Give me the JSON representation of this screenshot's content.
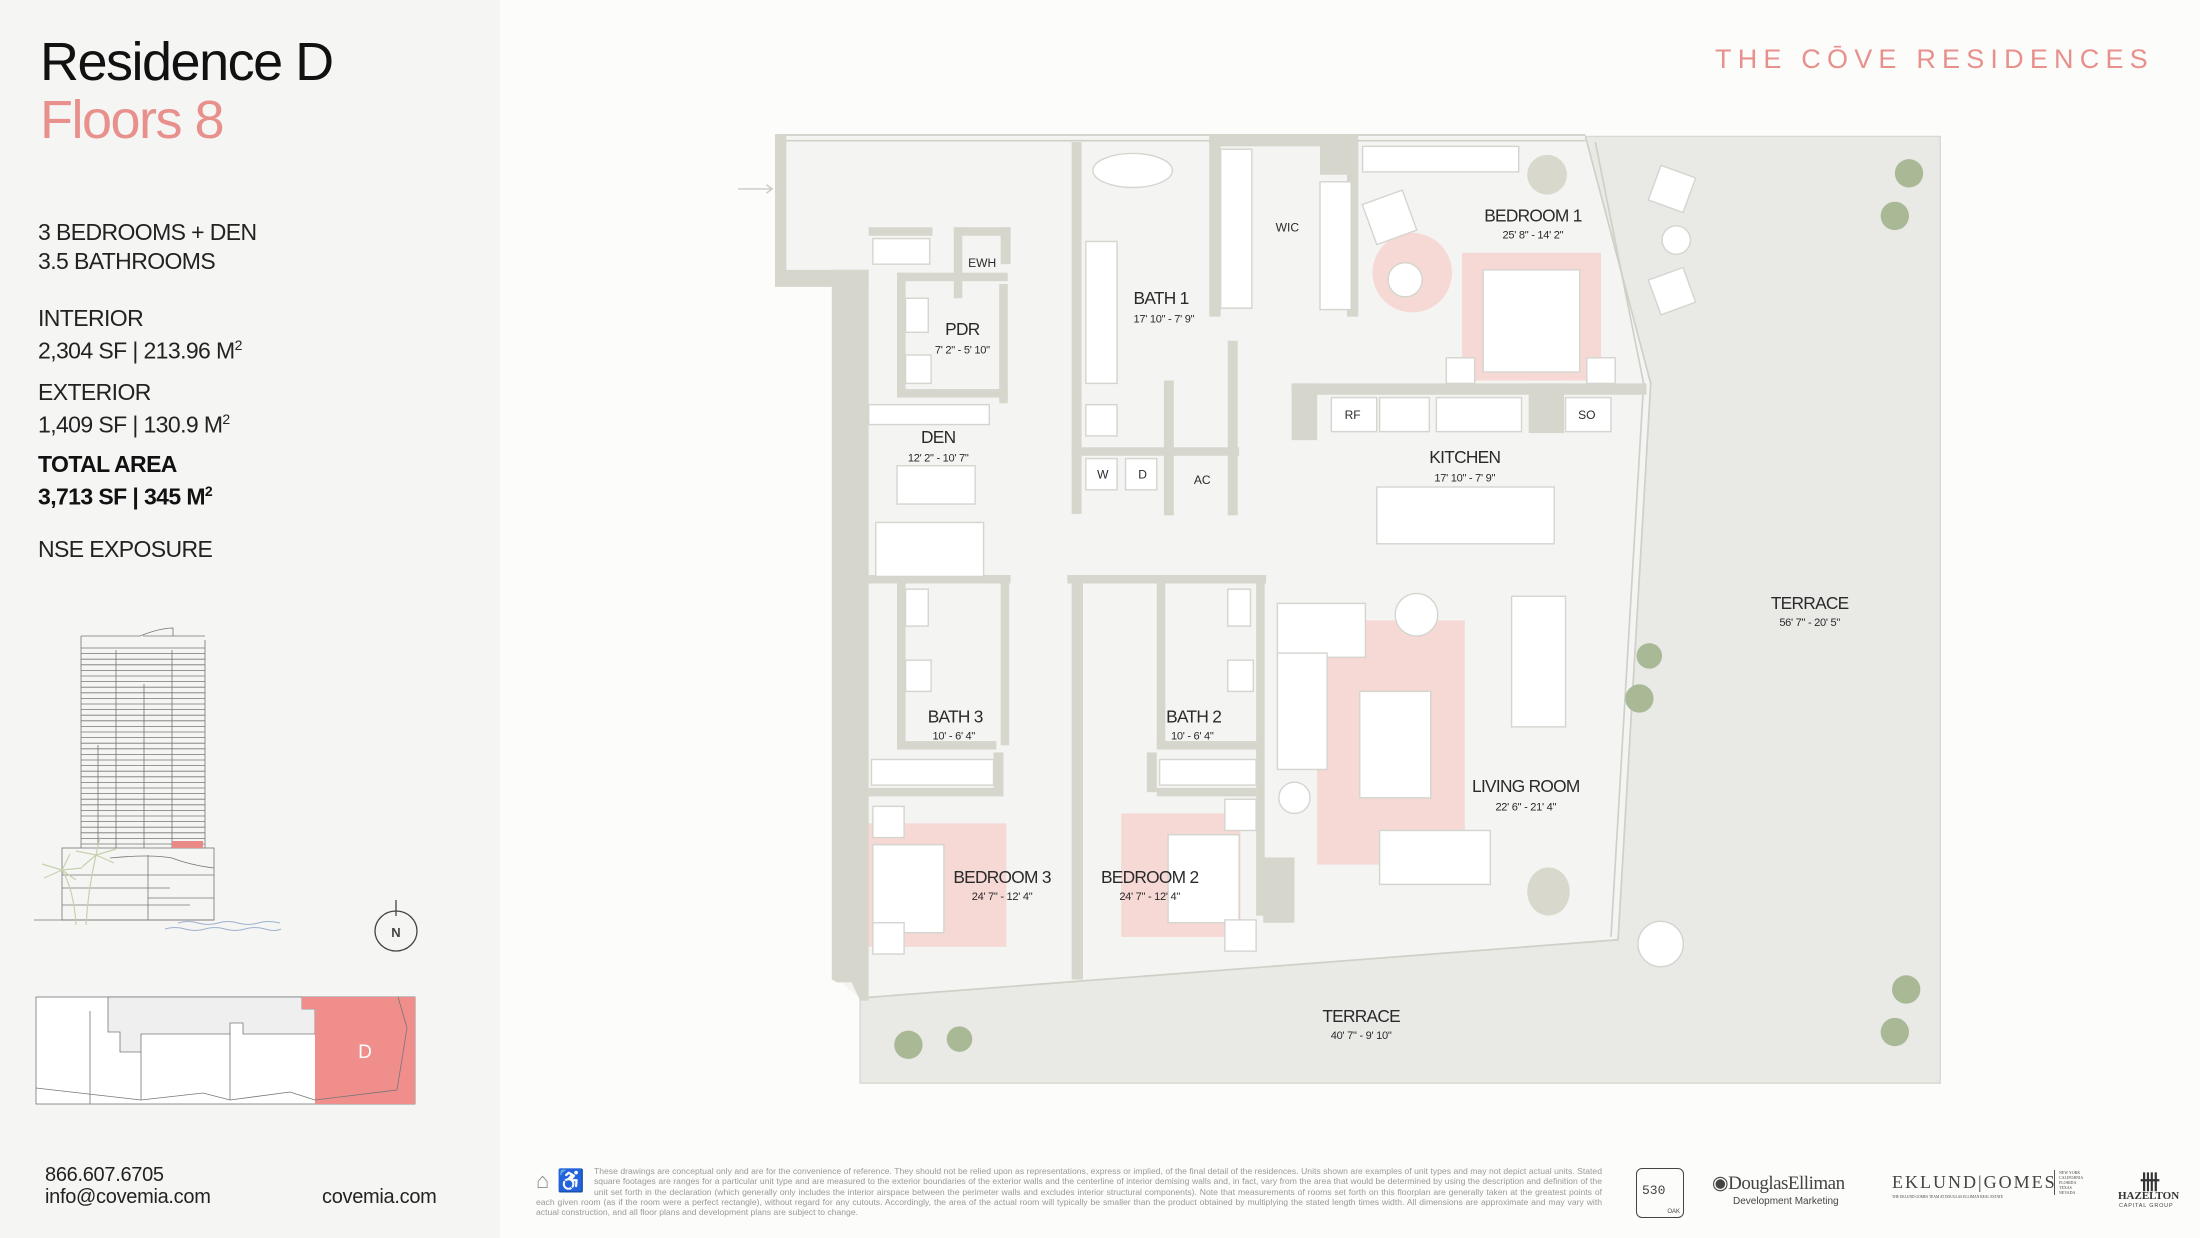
{
  "header": {
    "residence": "Residence D",
    "floors": "Floors 8",
    "brand": "THE CŌVE RESIDENCES"
  },
  "specs": {
    "bedrooms": "3 BEDROOMS + DEN",
    "bathrooms": "3.5 BATHROOMS",
    "interior_label": "INTERIOR",
    "interior_value": "2,304 SF | 213.96 M",
    "exterior_label": "EXTERIOR",
    "exterior_value": "1,409 SF | 130.9 M",
    "total_label": "TOTAL AREA",
    "total_value": "3,713 SF | 345 M",
    "superscript": "2",
    "exposure": "NSE EXPOSURE"
  },
  "compass": "N",
  "keyplan": {
    "unit": "D",
    "highlight_color": "#ef8e8a"
  },
  "contact": {
    "phone": "866.607.6705",
    "email": "info@covemia.com",
    "website": "covemia.com"
  },
  "colors": {
    "accent": "#e8908c",
    "wall": "#d7d6cc",
    "rug": "#f6d8d4",
    "terrace": "#e9e9e6",
    "plant": "#a9b996"
  },
  "rooms": {
    "bedroom1": {
      "name": "BEDROOM 1",
      "dims": "25' 8\" - 14' 2\""
    },
    "wic": {
      "name": "WIC"
    },
    "ewh": {
      "name": "EWH"
    },
    "bath1": {
      "name": "BATH 1",
      "dims": "17' 10\" - 7' 9\""
    },
    "pdr": {
      "name": "PDR",
      "dims": "7' 2\" - 5' 10\""
    },
    "den": {
      "name": "DEN",
      "dims": "12' 2\" - 10' 7\""
    },
    "rf": {
      "name": "RF"
    },
    "so": {
      "name": "SO"
    },
    "w": {
      "name": "W"
    },
    "d": {
      "name": "D"
    },
    "ac": {
      "name": "AC"
    },
    "kitchen": {
      "name": "KITCHEN",
      "dims": "17' 10\" - 7' 9\""
    },
    "terrace_east": {
      "name": "TERRACE",
      "dims": "56' 7\" - 20' 5\""
    },
    "bath3": {
      "name": "BATH 3",
      "dims": "10' - 6' 4\""
    },
    "bath2": {
      "name": "BATH 2",
      "dims": "10' - 6' 4\""
    },
    "living": {
      "name": "LIVING ROOM",
      "dims": "22' 6\" - 21' 4\""
    },
    "bedroom3": {
      "name": "BEDROOM 3",
      "dims": "24' 7\" - 12' 4\""
    },
    "bedroom2": {
      "name": "BEDROOM 2",
      "dims": "24' 7\" - 12' 4\""
    },
    "terrace_south": {
      "name": "TERRACE",
      "dims": "40' 7\" - 9' 10\""
    }
  },
  "footer": {
    "icons": [
      "equal-housing-icon",
      "accessibility-icon"
    ],
    "disclaimer": "These drawings are conceptual only and are for the convenience of reference. They should not be relied upon as representations, express or implied, of the final detail of the residences. Units shown are examples of unit types and may not depict actual units. Stated square footages are ranges for a particular unit type and are measured to the exterior boundaries of the exterior walls and the centerline of interior demising walls and, in fact, vary from the area that would be determined by using the description and definition of the unit set forth in the declaration (which generally only includes the interior airspace between the perimeter walls and excludes interior structural components). Note that measurements of rooms set forth on this floorplan are generally taken at the greatest points of each given room (as if the room were a perfect rectangle), without regard for any cutouts. Accordingly, the area of the actual room will typically be smaller than the product obtained by multiplying the stated length times width. All dimensions are approximate and may vary with actual construction, and all floor plans and development plans are subject to change.",
    "logos": {
      "oak_number": "530",
      "oak_name": "OAK",
      "douglas": "DouglasElliman",
      "douglas_sub": "Development Marketing",
      "eklund": "EKLUND|GOMES",
      "eklund_sub": "THE EKLUND GOMES TEAM AT DOUGLAS ELLIMAN REAL ESTATE",
      "eklund_states": "NEW YORK CALIFORNIA FLORIDA TEXAS NEVADA",
      "hazelton": "HAZELTON",
      "hazelton_sub": "CAPITAL GROUP"
    }
  }
}
